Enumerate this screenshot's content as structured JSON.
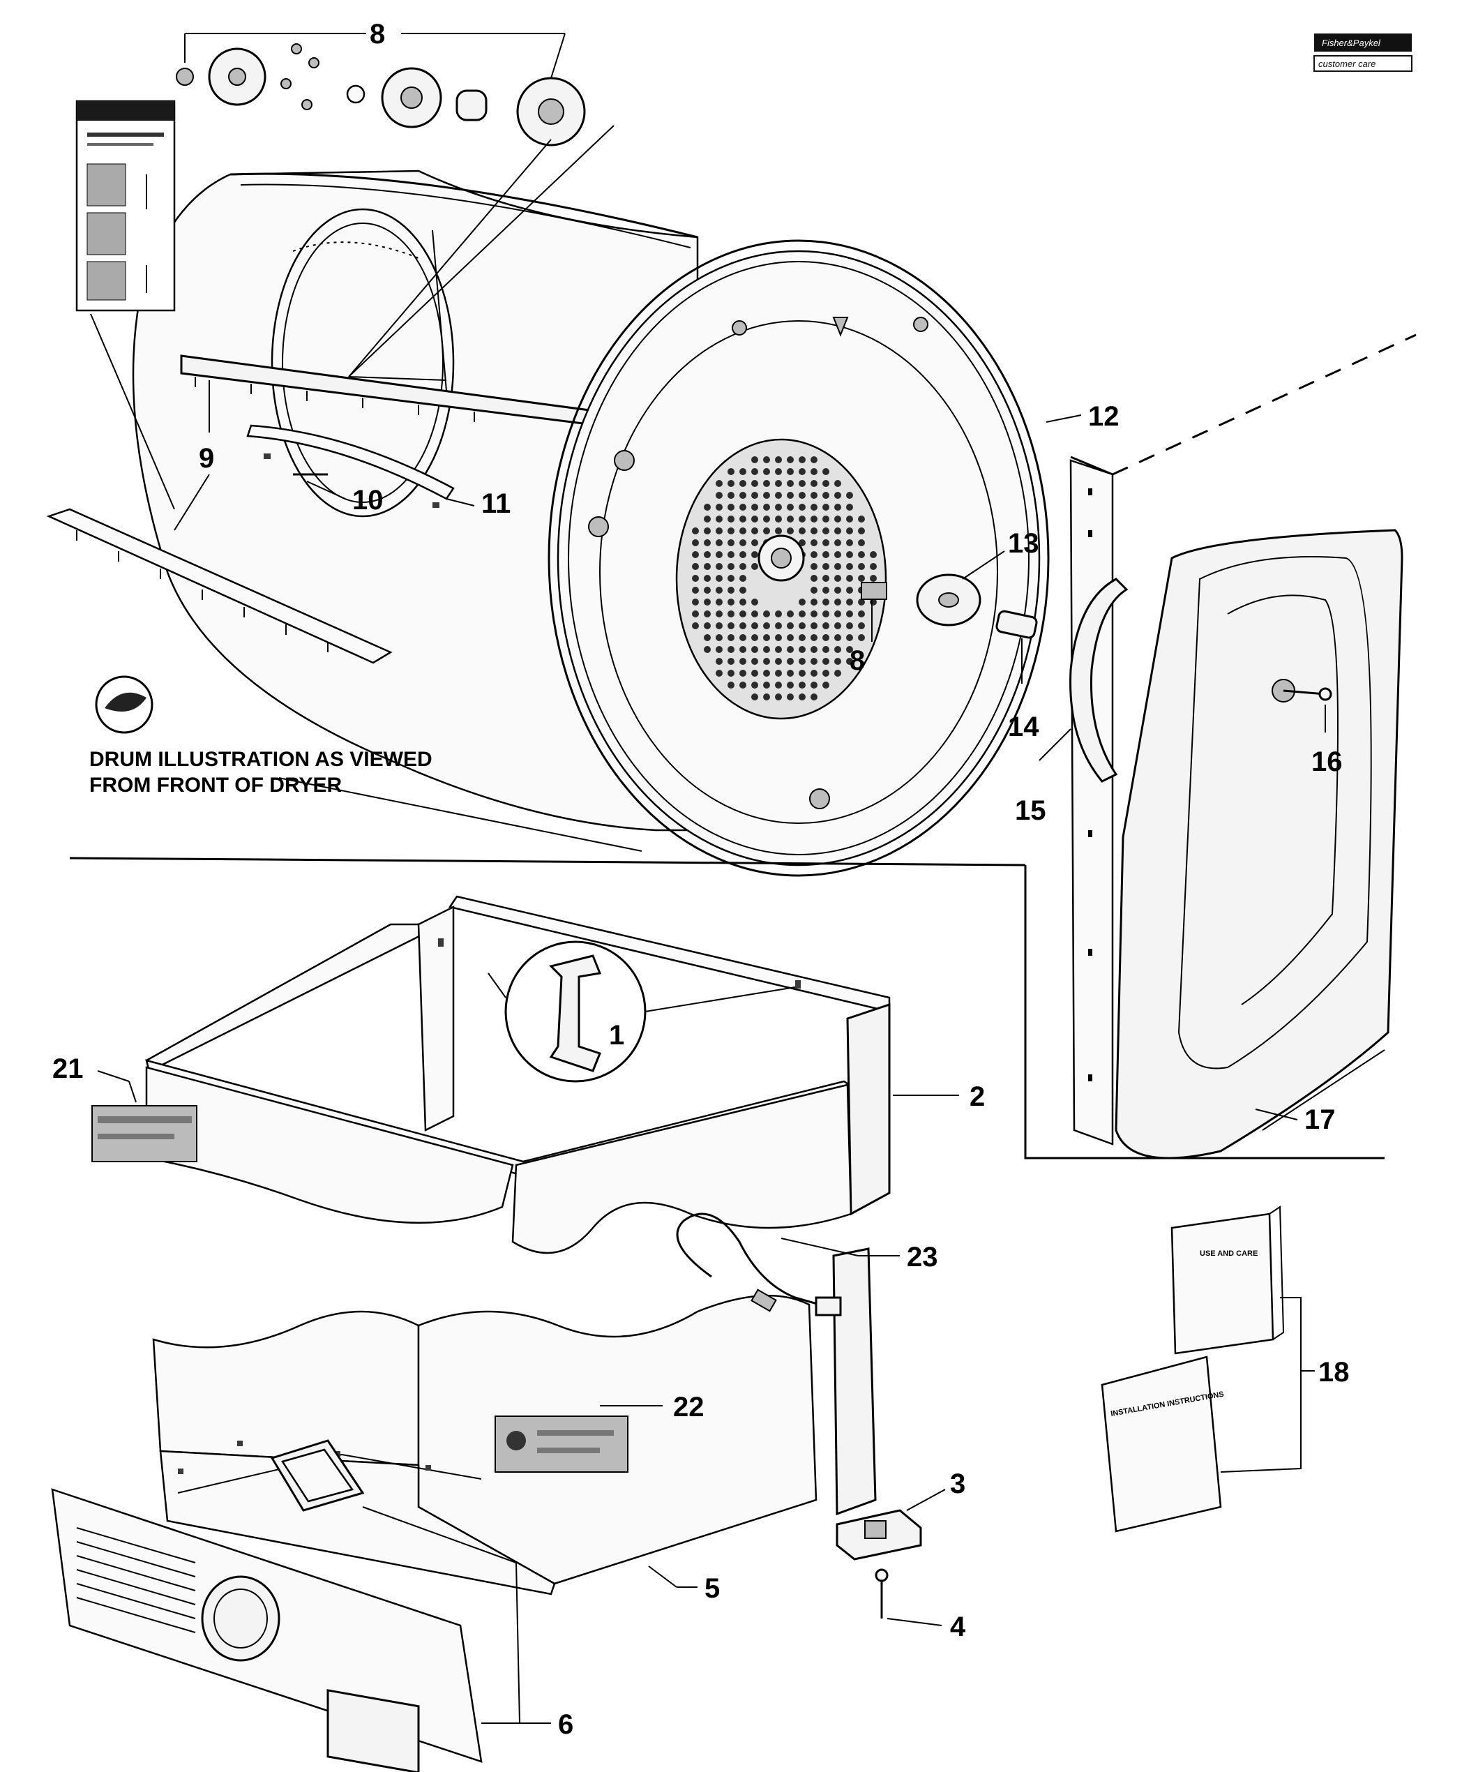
{
  "brand": {
    "logo_line1": "Fisher&Paykel",
    "logo_line2": "customer care"
  },
  "caption": {
    "line1": "DRUM ILLUSTRATION AS VIEWED",
    "line2": "FROM FRONT OF DRYER"
  },
  "manuals": {
    "use_and_care_title": "USE AND CARE",
    "installation_title": "INSTALLATION INSTRUCTIONS"
  },
  "callouts": {
    "c1": "1",
    "c2": "2",
    "c3": "3",
    "c4": "4",
    "c5": "5",
    "c6": "6",
    "c8a": "8",
    "c8b": "8",
    "c9": "9",
    "c10": "10",
    "c11": "11",
    "c12": "12",
    "c13": "13",
    "c14": "14",
    "c15": "15",
    "c16": "16",
    "c17": "17",
    "c18": "18",
    "c21": "21",
    "c22": "22",
    "c23": "23"
  }
}
